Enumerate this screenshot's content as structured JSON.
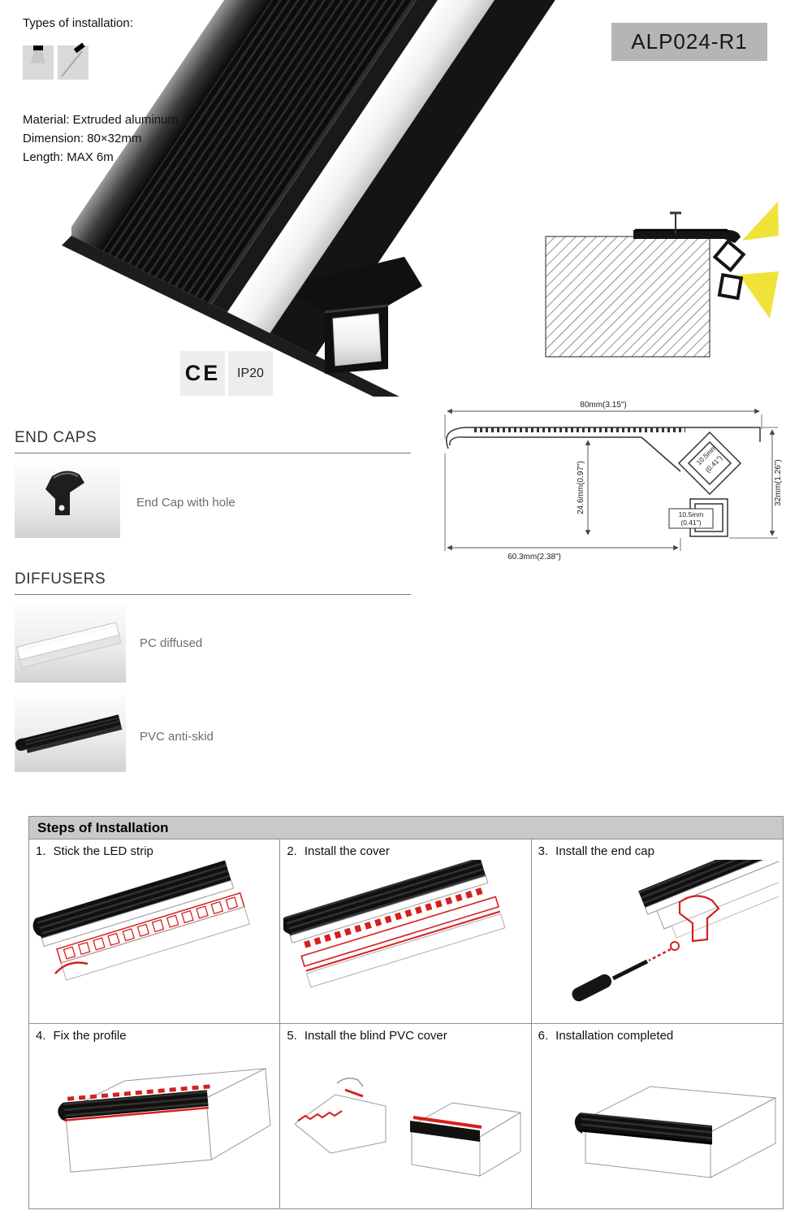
{
  "header": {
    "types_label": "Types of installation:",
    "model": "ALP024-R1",
    "materials": [
      "Material: Extruded aluminum",
      "Dimension: 80×32mm",
      "Length: MAX 6m"
    ],
    "ce_label": "CE",
    "ip_label": "IP20"
  },
  "drawing": {
    "dim_width": "80mm(3.15\")",
    "dim_height": "32mm(1.26\")",
    "dim_depth": "24.6mm(0.97\")",
    "dim_slot_a_l1": "10.5mm",
    "dim_slot_a_l2": "(0.41\")",
    "dim_slot_b_l1": "10.5mm",
    "dim_slot_b_l2": "(0.41\")",
    "dim_bottom": "60.3mm(2.38\")"
  },
  "end_caps": {
    "heading": "END CAPS",
    "label": "End Cap with hole"
  },
  "diffusers": {
    "heading": "DIFFUSERS",
    "items": [
      {
        "label": "PC diffused"
      },
      {
        "label": "PVC anti-skid"
      }
    ]
  },
  "steps": {
    "heading": "Steps of Installation",
    "items": [
      {
        "num": "1.",
        "text": "Stick the LED strip"
      },
      {
        "num": "2.",
        "text": "Install the cover"
      },
      {
        "num": "3.",
        "text": "Install the end cap"
      },
      {
        "num": "4.",
        "text": "Fix the profile"
      },
      {
        "num": "5.",
        "text": "Install the blind PVC cover"
      },
      {
        "num": "6.",
        "text": "Installation completed"
      }
    ]
  }
}
